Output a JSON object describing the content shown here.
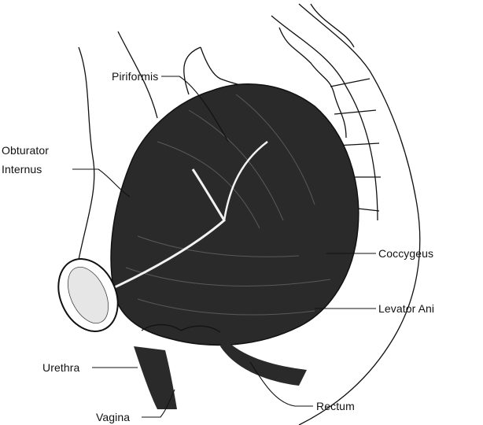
{
  "labels": {
    "piriformis": "Piriformis",
    "obturator_line1": "Obturator",
    "obturator_line2": "Internus",
    "coccygeus": "Coccygeus",
    "levator_ani": "Levator Ani",
    "urethra": "Urethra",
    "vagina": "Vagina",
    "rectum": "Rectum"
  },
  "colors": {
    "ink": "#111111",
    "background": "#ffffff"
  }
}
